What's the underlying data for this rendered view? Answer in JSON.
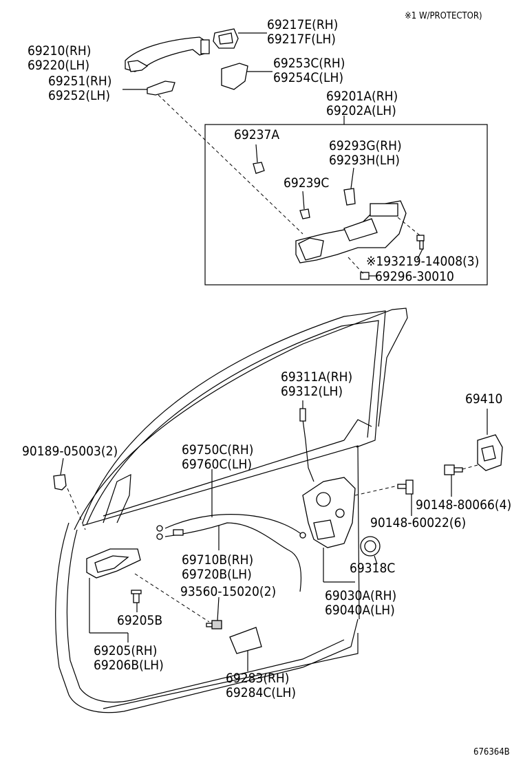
{
  "header_note": "※1 W/PROTECTOR)",
  "footer_code": "676364B",
  "part_labels": {
    "p69217": [
      "69217E(RH)",
      "69217F(LH)"
    ],
    "p69210": [
      "69210(RH)",
      "69220(LH)"
    ],
    "p69253": [
      "69253C(RH)",
      "69254C(LH)"
    ],
    "p69251": [
      "69251(RH)",
      "69252(LH)"
    ],
    "p69201": [
      "69201A(RH)",
      "69202A(LH)"
    ],
    "p69237": [
      "69237A"
    ],
    "p69293": [
      "69293G(RH)",
      "69293H(LH)"
    ],
    "p69239": [
      "69239C"
    ],
    "p93219": [
      "※193219-14008(3)"
    ],
    "p69296": [
      "69296-30010"
    ],
    "p69311": [
      "69311A(RH)",
      "69312(LH)"
    ],
    "p69410": [
      "69410"
    ],
    "p90189": [
      "90189-05003(2)"
    ],
    "p69750": [
      "69750C(RH)",
      "69760C(LH)"
    ],
    "p90148a": [
      "90148-80066(4)"
    ],
    "p90148b": [
      "90148-60022(6)"
    ],
    "p69710": [
      "69710B(RH)",
      "69720B(LH)"
    ],
    "p69318": [
      "69318C"
    ],
    "p93560": [
      "93560-15020(2)"
    ],
    "p69030": [
      "69030A(RH)",
      "69040A(LH)"
    ],
    "p69205b": [
      "69205B"
    ],
    "p69205": [
      "69205(RH)",
      "69206B(LH)"
    ],
    "p69283": [
      "69283(RH)",
      "69284C(LH)"
    ]
  }
}
